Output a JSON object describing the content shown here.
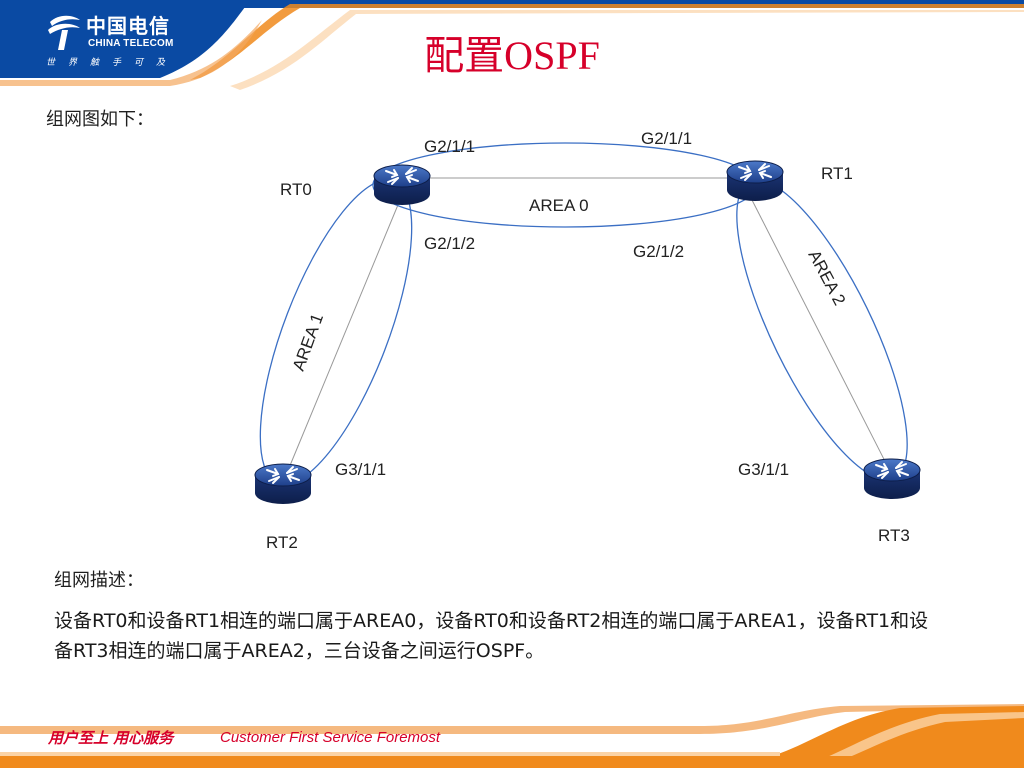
{
  "header": {
    "logo_cn": "中国电信",
    "logo_en": "CHINA TELECOM",
    "logo_slogan": "世界触手可及",
    "title": "配置OSPF",
    "brand_blue": "#0a4aa3",
    "brand_orange": "#f08a1c",
    "title_red": "#d6002a"
  },
  "caption": "组网图如下：",
  "diagram": {
    "routers": [
      {
        "name": "RT0",
        "icon": "router-icon"
      },
      {
        "name": "RT1",
        "icon": "router-icon"
      },
      {
        "name": "RT2",
        "icon": "router-icon"
      },
      {
        "name": "RT3",
        "icon": "router-icon"
      }
    ],
    "areas": [
      "AREA 0",
      "AREA 1",
      "AREA 2"
    ],
    "ports": {
      "rt0_g211": "G2/1/1",
      "rt1_g211": "G2/1/1",
      "rt0_g212": "G2/1/2",
      "rt1_g212": "G2/1/2",
      "rt2_g311": "G3/1/1",
      "rt3_g311": "G3/1/1"
    }
  },
  "description": {
    "heading": "组网描述：",
    "text": "设备RT0和设备RT1相连的端口属于AREA0，设备RT0和设备RT2相连的端口属于AREA1，设备RT1和设备RT3相连的端口属于AREA2，三台设备之间运行OSPF。"
  },
  "footer": {
    "slogan_cn": "用户至上  用心服务",
    "slogan_en": "Customer First Service Foremost"
  }
}
